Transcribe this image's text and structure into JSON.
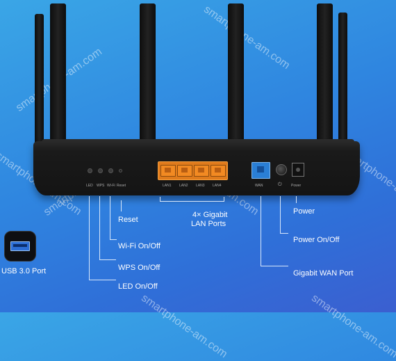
{
  "watermark": "smartphone-am.com",
  "router": {
    "button_labels": [
      "LED",
      "WPS",
      "Wi-Fi",
      "Reset"
    ],
    "lan_labels": [
      "LAN1",
      "LAN2",
      "LAN3",
      "LAN4"
    ],
    "wan_label": "WAN",
    "power_symbol": "⏻",
    "power_label": "Power"
  },
  "callouts": {
    "reset": "Reset",
    "wifi": "Wi-Fi On/Off",
    "wps": "WPS On/Off",
    "led": "LED On/Off",
    "lan_line1": "4× Gigabit",
    "lan_line2": "LAN Ports",
    "usb": "USB 3.0 Port",
    "power": "Power",
    "power_onoff": "Power On/Off",
    "wan": "Gigabit WAN Port"
  },
  "colors": {
    "background": "#2f86e0",
    "lan_ports": "#f28a22",
    "wan_port": "#2a7fd6",
    "router_body": "#141414"
  }
}
